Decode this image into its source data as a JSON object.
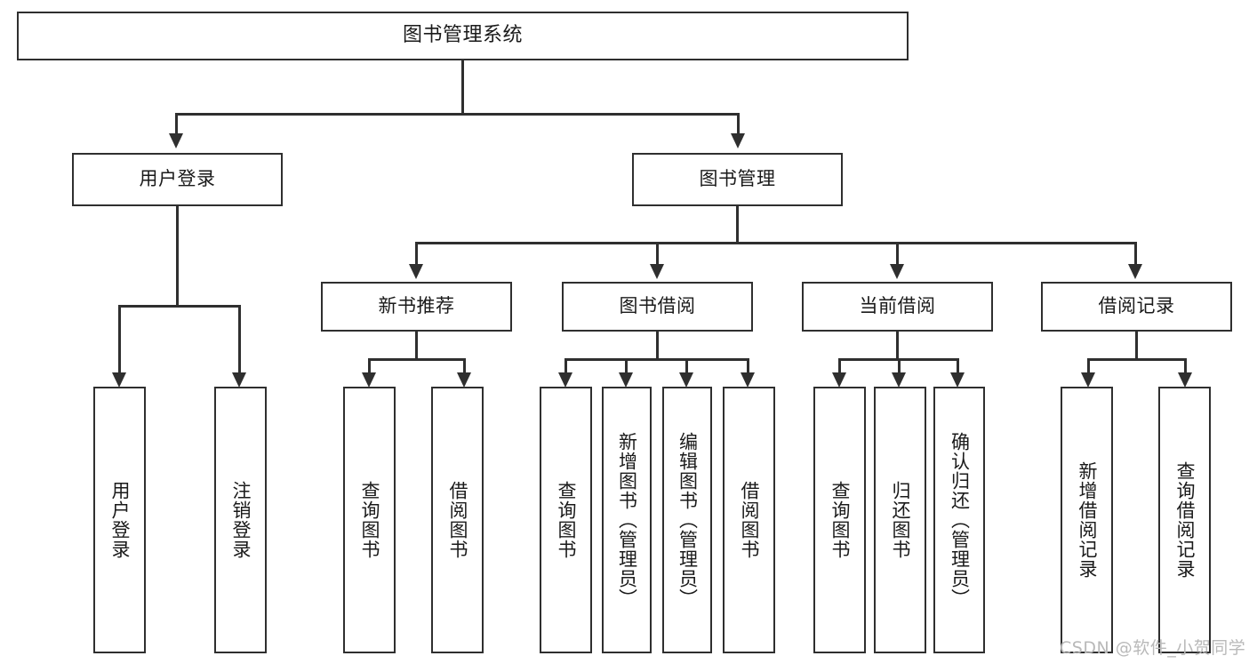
{
  "diagram": {
    "type": "hierarchy-tree",
    "title": "图书管理系统",
    "root": {
      "label": "图书管理系统"
    },
    "level2": [
      {
        "key": "user-login",
        "label": "用户登录"
      },
      {
        "key": "book-management",
        "label": "图书管理"
      }
    ],
    "level3": [
      {
        "key": "new-book-recommend",
        "label": "新书推荐"
      },
      {
        "key": "book-borrow",
        "label": "图书借阅"
      },
      {
        "key": "current-borrow",
        "label": "当前借阅"
      },
      {
        "key": "borrow-record",
        "label": "借阅记录"
      }
    ],
    "leaves": {
      "user_login": [
        {
          "key": "user-login-leaf",
          "label": "用户登录"
        },
        {
          "key": "logout-leaf",
          "label": "注销登录"
        }
      ],
      "new_book_recommend": [
        {
          "key": "query-books-1",
          "label": "查询图书"
        },
        {
          "key": "borrow-books-1",
          "label": "借阅图书"
        }
      ],
      "book_borrow": [
        {
          "key": "query-books-2",
          "label": "查询图书"
        },
        {
          "key": "add-book-admin",
          "label": "新增图书（管理员）"
        },
        {
          "key": "edit-book-admin",
          "label": "编辑图书（管理员）"
        },
        {
          "key": "borrow-books-2",
          "label": "借阅图书"
        }
      ],
      "current_borrow": [
        {
          "key": "query-books-3",
          "label": "查询图书"
        },
        {
          "key": "return-books",
          "label": "归还图书"
        },
        {
          "key": "confirm-return-admin",
          "label": "确认归还（管理员）"
        }
      ],
      "borrow_record": [
        {
          "key": "add-borrow-record",
          "label": "新增借阅记录"
        },
        {
          "key": "query-borrow-record",
          "label": "查询借阅记录"
        }
      ]
    }
  },
  "watermark": {
    "text": "CSDN @软件_小贺同学"
  },
  "colors": {
    "stroke": "#2f2f2f",
    "background": "#ffffff",
    "text": "#1a1a1a",
    "watermark": "#b9b9b9"
  }
}
